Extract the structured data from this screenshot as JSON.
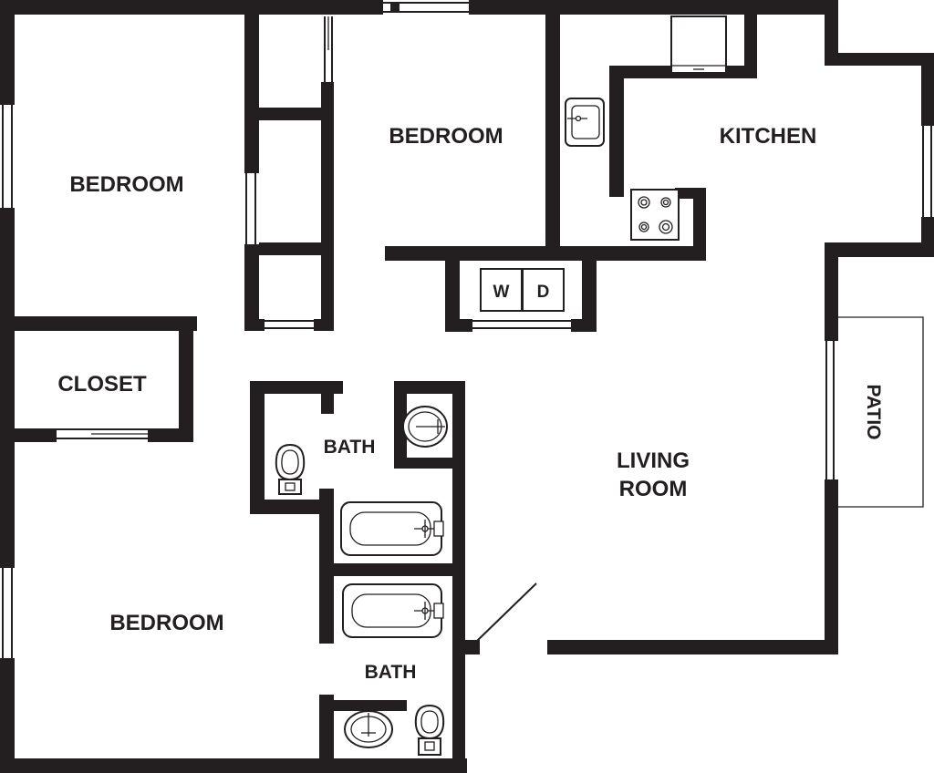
{
  "rooms": {
    "bedroom_top_left": "BEDROOM",
    "bedroom_top_center": "BEDROOM",
    "kitchen": "KITCHEN",
    "closet": "CLOSET",
    "bath_upper": "BATH",
    "living_room_line1": "LIVING",
    "living_room_line2": "ROOM",
    "patio": "PATIO",
    "bedroom_bottom_left": "BEDROOM",
    "bath_lower": "BATH"
  },
  "appliances": {
    "washer": "W",
    "dryer": "D"
  }
}
